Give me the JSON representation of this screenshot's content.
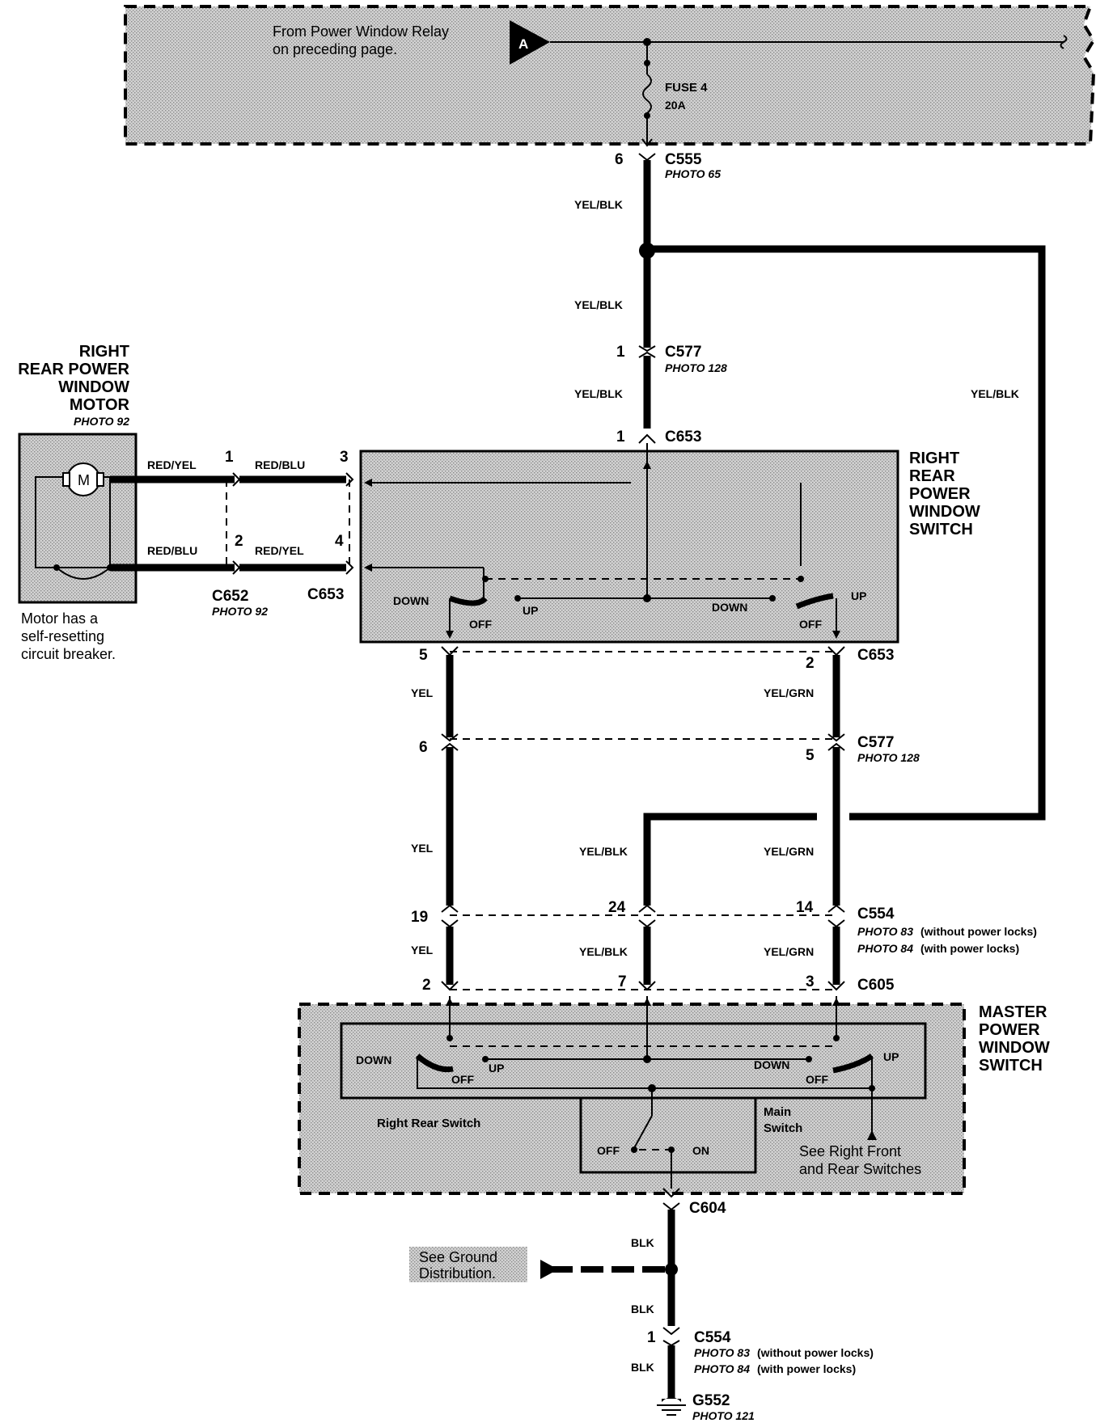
{
  "relay": {
    "from_line1": "From Power Window Relay",
    "from_line2": "on preceding page.",
    "tag": "A",
    "fuse_name": "FUSE 4",
    "fuse_rating": "20A"
  },
  "connectors": {
    "c555": {
      "name": "C555",
      "pin": "6",
      "photo": "PHOTO 65"
    },
    "c577_top": {
      "name": "C577",
      "pin": "1",
      "photo": "PHOTO 128"
    },
    "c653_top": {
      "name": "C653",
      "pin": "1"
    },
    "c652": {
      "name": "C652",
      "photo": "PHOTO 92",
      "pin1": "1",
      "pin2": "2"
    },
    "c653_left": {
      "name": "C653",
      "pin3": "3",
      "pin4": "4"
    },
    "c653_bottom": {
      "name": "C653",
      "pin_left": "5",
      "pin_right": "2"
    },
    "c577_bottom": {
      "name": "C577",
      "photo": "PHOTO 128",
      "pin_left": "6",
      "pin_right": "5"
    },
    "c554": {
      "name": "C554",
      "pin_left": "19",
      "pin_mid": "24",
      "pin_right": "14",
      "photo1": "PHOTO 83",
      "photo1_note": "(without power locks)",
      "photo2": "PHOTO 84",
      "photo2_note": "(with power locks)"
    },
    "c605": {
      "name": "C605",
      "pin_left": "2",
      "pin_mid": "7",
      "pin_right": "3"
    },
    "c604": {
      "name": "C604"
    },
    "c554_bottom": {
      "name": "C554",
      "pin": "1",
      "photo1": "PHOTO 83",
      "photo1_note": "(without power locks)",
      "photo2": "PHOTO 84",
      "photo2_note": "(with power locks)"
    },
    "g552": {
      "name": "G552",
      "photo": "PHOTO 121"
    }
  },
  "wires": {
    "yel_blk_1": "YEL/BLK",
    "yel_blk_2": "YEL/BLK",
    "yel_blk_3": "YEL/BLK",
    "yel_blk_right": "YEL/BLK",
    "red_yel_1": "RED/YEL",
    "red_blu_1": "RED/BLU",
    "red_blu_2": "RED/BLU",
    "red_yel_2": "RED/YEL",
    "yel_1": "YEL",
    "yel_grn_1": "YEL/GRN",
    "yel_2": "YEL",
    "yel_blk_4": "YEL/BLK",
    "yel_grn_2": "YEL/GRN",
    "yel_3": "YEL",
    "yel_blk_5": "YEL/BLK",
    "yel_grn_3": "YEL/GRN",
    "blk_1": "BLK",
    "blk_2": "BLK",
    "blk_3": "BLK"
  },
  "motor": {
    "title_line1": "RIGHT",
    "title_line2": "REAR POWER",
    "title_line3": "WINDOW",
    "title_line4": "MOTOR",
    "photo": "PHOTO 92",
    "symbol": "M",
    "note_line1": "Motor has a",
    "note_line2": "self-resetting",
    "note_line3": "circuit breaker."
  },
  "rr_switch": {
    "title_line1": "RIGHT",
    "title_line2": "REAR",
    "title_line3": "POWER",
    "title_line4": "WINDOW",
    "title_line5": "SWITCH",
    "down_left": "DOWN",
    "off_left": "OFF",
    "up_left": "UP",
    "down_right": "DOWN",
    "off_right": "OFF",
    "up_right": "UP"
  },
  "master": {
    "title_line1": "MASTER",
    "title_line2": "POWER",
    "title_line3": "WINDOW",
    "title_line4": "SWITCH",
    "down_left": "DOWN",
    "off_left": "OFF",
    "up_left": "UP",
    "down_right": "DOWN",
    "off_right": "OFF",
    "up_right": "UP",
    "rr_switch_label": "Right Rear Switch",
    "main_switch_line1": "Main",
    "main_switch_line2": "Switch",
    "main_off": "OFF",
    "main_on": "ON",
    "see_line1": "See Right Front",
    "see_line2": "and Rear Switches"
  },
  "ground": {
    "see_line1": "See Ground",
    "see_line2": "Distribution."
  }
}
